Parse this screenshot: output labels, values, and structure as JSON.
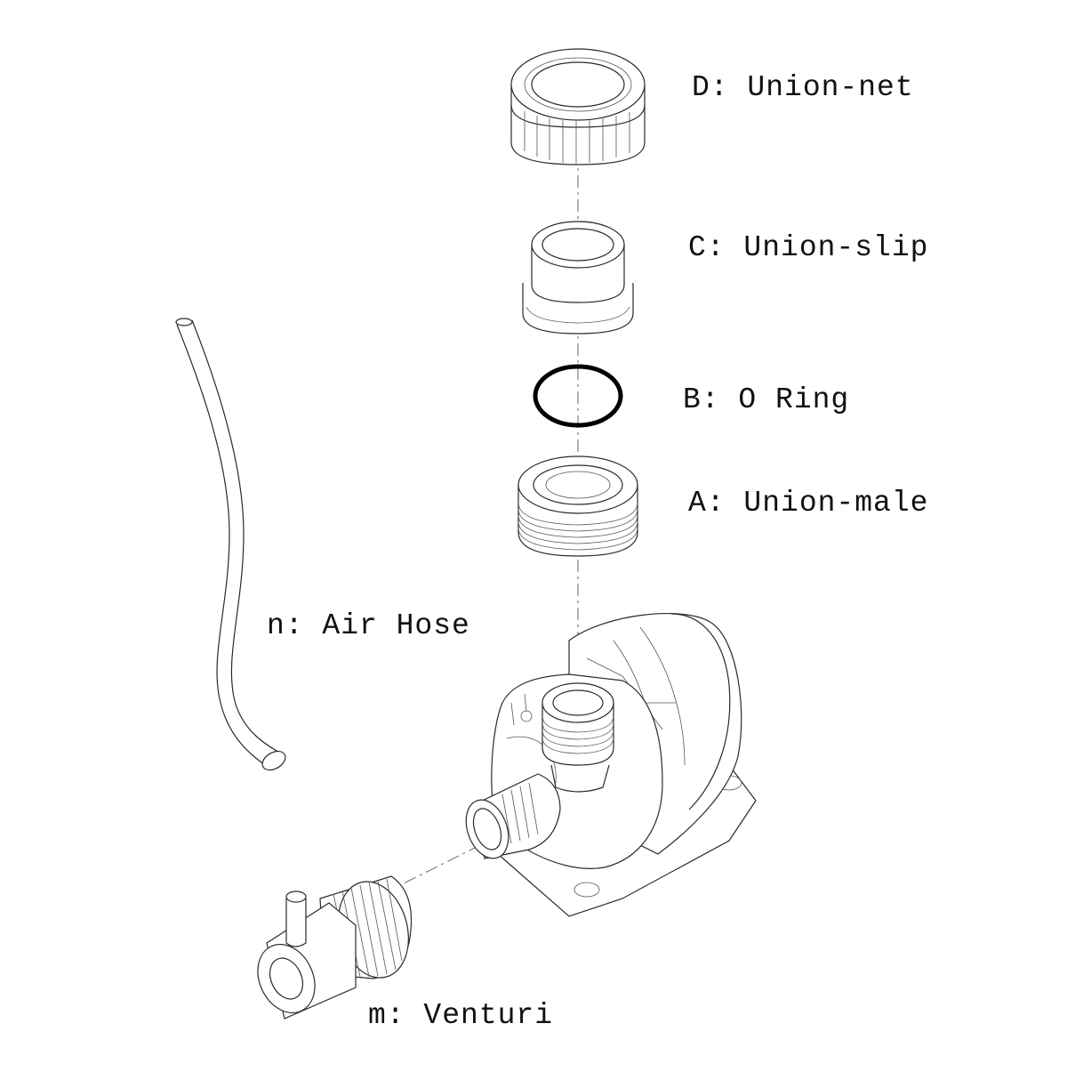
{
  "labels": {
    "union_net": "D: Union-net",
    "union_slip": "C: Union-slip",
    "o_ring": "B: O Ring",
    "union_male": "A: Union-male",
    "air_hose": "n: Air Hose",
    "venturi": "m: Venturi"
  },
  "colors": {
    "line": "#2a2a2a",
    "o_ring": "#000000",
    "background": "#ffffff"
  }
}
